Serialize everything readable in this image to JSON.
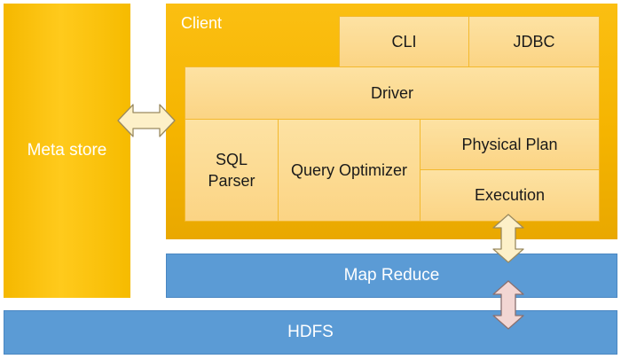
{
  "diagram": {
    "meta_store": {
      "label": "Meta store"
    },
    "client": {
      "label": "Client",
      "cli": "CLI",
      "jdbc": "JDBC",
      "driver": "Driver",
      "sql_parser": "SQL Parser",
      "query_optimizer": "Query Optimizer",
      "physical_plan": "Physical Plan",
      "execution": "Execution"
    },
    "map_reduce": {
      "label": "Map Reduce"
    },
    "hdfs": {
      "label": "HDFS"
    }
  },
  "colors": {
    "gold": "#f5b800",
    "cell": "#fcd892",
    "blue": "#5b9bd5",
    "arrow_cream": "#fdf0c8",
    "arrow_pink": "#f2d6d3"
  }
}
